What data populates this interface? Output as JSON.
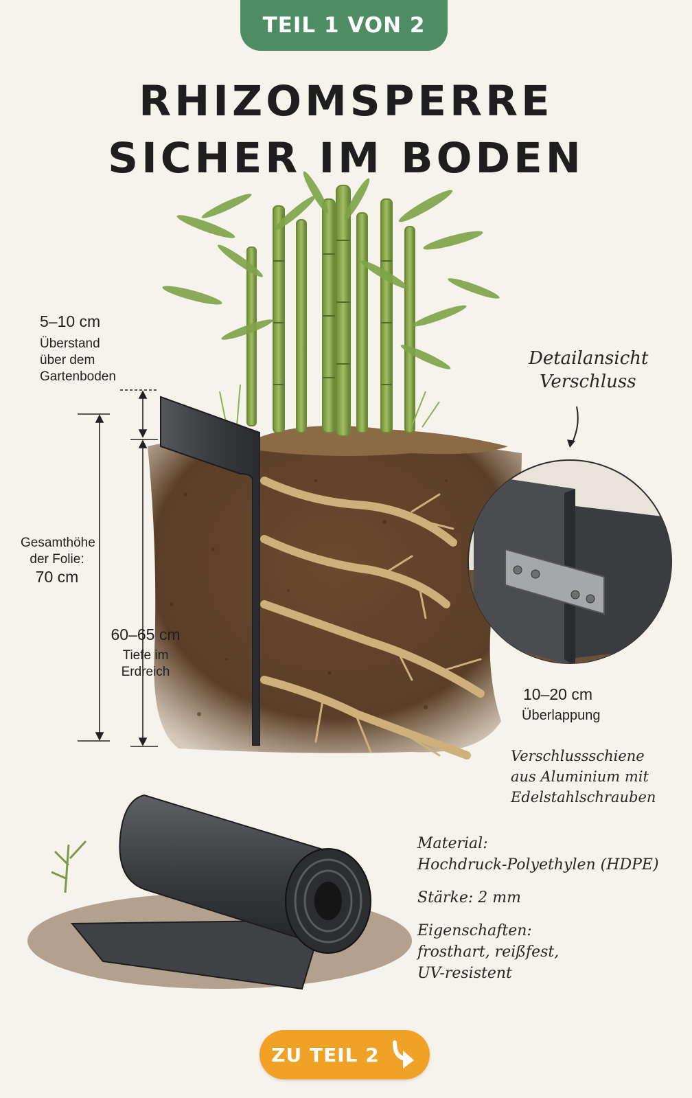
{
  "badge": {
    "label": "TEIL 1 VON 2"
  },
  "title": {
    "line1": "RHIZOMSPERRE",
    "line2": "SICHER IM BODEN"
  },
  "overhang": {
    "value": "5–10 cm",
    "description": [
      "Überstand",
      "über dem",
      "Gartenboden"
    ]
  },
  "total_height": {
    "description": [
      "Gesamthöhe",
      "der Folie:"
    ],
    "value": "70 cm"
  },
  "depth": {
    "value": "60–65 cm",
    "description": [
      "Tiefe im",
      "Erdreich"
    ]
  },
  "detail": {
    "title": [
      "Detailansicht",
      "Verschluss"
    ]
  },
  "overlap": {
    "value": "10–20 cm",
    "label": "Überlappung"
  },
  "rail": {
    "description": [
      "Verschlussschiene",
      "aus Aluminium mit",
      "Edelstahlschrauben"
    ]
  },
  "material": {
    "label": "Material:",
    "value": "Hochdruck-Polyethylen (HDPE)",
    "thickness": "Stärke: 2 mm",
    "properties_label": "Eigenschaften:",
    "properties": [
      "frosthart, reißfest,",
      "UV-resistent"
    ]
  },
  "next_button": {
    "label": "ZU TEIL 2",
    "icon": "arrow-down-right-icon"
  },
  "colors": {
    "badge_green": "#4e8c63",
    "button_orange": "#f0a226",
    "background": "#f6f3ec",
    "soil": "#5a3e27",
    "barrier": "#3d3f42",
    "bamboo": "#86a64a",
    "rhizome": "#d7bd8a"
  }
}
